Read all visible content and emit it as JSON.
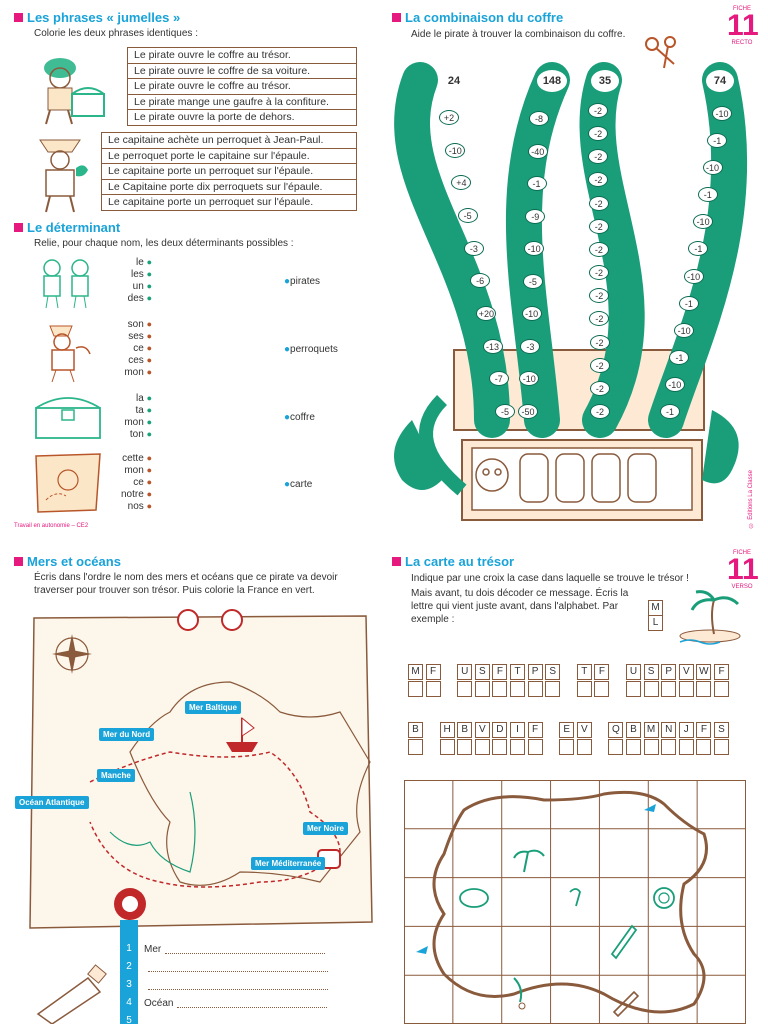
{
  "fiche": {
    "number": "11",
    "label_top": "FICHE",
    "recto": "RECTO",
    "verso": "VERSO"
  },
  "phrases": {
    "title": "Les phrases « jumelles »",
    "instruction": "Colorie les deux phrases identiques :",
    "group1": [
      "Le pirate ouvre le coffre au trésor.",
      "Le pirate ouvre le coffre de sa voiture.",
      "Le pirate ouvre le coffre au trésor.",
      "Le pirate mange une gaufre à la confiture.",
      "Le pirate ouvre la porte de dehors."
    ],
    "group2": [
      "Le capitaine achète un perroquet à Jean-Paul.",
      "Le perroquet porte le capitaine sur l'épaule.",
      "Le capitaine porte un perroquet sur l'épaule.",
      "Le Capitaine porte dix perroquets sur l'épaule.",
      "Le capitaine porte un perroquet sur l'épaule."
    ]
  },
  "determinant": {
    "title": "Le déterminant",
    "instruction": "Relie, pour chaque nom, les deux déterminants possibles :",
    "groups": [
      {
        "words": [
          "le",
          "les",
          "un",
          "des"
        ],
        "noun": "pirates",
        "color": "#1aa37a"
      },
      {
        "words": [
          "son",
          "ses",
          "ce",
          "ces",
          "mon"
        ],
        "noun": "perroquets",
        "color": "#b8562a"
      },
      {
        "words": [
          "la",
          "ta",
          "mon",
          "ton"
        ],
        "noun": "coffre",
        "color": "#1aa37a"
      },
      {
        "words": [
          "cette",
          "mon",
          "ce",
          "notre",
          "nos"
        ],
        "noun": "carte",
        "color": "#b8562a"
      }
    ],
    "footer": "Travail en autonomie – CE2"
  },
  "coffre": {
    "title": "La combinaison du coffre",
    "instruction": "Aide le pirate à trouver la combinaison du coffre.",
    "tentacles": [
      {
        "start": "24",
        "steps": [
          "+2",
          "-10",
          "+4",
          "-5",
          "-3",
          "-6",
          "+20",
          "-13",
          "-7",
          "-5"
        ]
      },
      {
        "start": "148",
        "steps": [
          "-8",
          "-40",
          "-1",
          "-9",
          "-10",
          "-5",
          "-10",
          "-3",
          "-10",
          "-50"
        ]
      },
      {
        "start": "35",
        "steps": [
          "-2",
          "-2",
          "-2",
          "-2",
          "-2",
          "-2",
          "-2",
          "-2",
          "-2",
          "-2",
          "-2",
          "-2",
          "-2",
          "-2"
        ]
      },
      {
        "start": "74",
        "steps": [
          "-10",
          "-1",
          "-10",
          "-1",
          "-10",
          "-1",
          "-10",
          "-1",
          "-10",
          "-1",
          "-10",
          "-1"
        ]
      }
    ],
    "editions": "© Éditions La Classe"
  },
  "mers": {
    "title": "Mers et océans",
    "instruction": "Écris dans l'ordre le nom des mers et océans que ce pirate va devoir traverser pour trouver son trésor. Puis colorie la France en vert.",
    "labels": [
      "Mer Baltique",
      "Mer du Nord",
      "Manche",
      "Océan Atlantique",
      "Mer Noire",
      "Mer Méditerranée"
    ],
    "lines": [
      {
        "n": "1",
        "prefix": "Mer"
      },
      {
        "n": "2",
        "prefix": ""
      },
      {
        "n": "3",
        "prefix": ""
      },
      {
        "n": "4",
        "prefix": "Océan"
      },
      {
        "n": "5",
        "prefix": ""
      }
    ]
  },
  "tresor": {
    "title": "La carte au trésor",
    "instruction1": "Indique par une croix la case dans laquelle se trouve le trésor !",
    "instruction2": "Mais avant, tu dois décoder ce message. Écris la lettre qui vient juste avant, dans l'alphabet. Par exemple :",
    "example": [
      "M",
      "L"
    ],
    "row1": [
      [
        "M",
        "F"
      ],
      [
        "U",
        "S",
        "F",
        "T",
        "P",
        "S"
      ],
      [
        "T",
        "F"
      ],
      [
        "U",
        "S",
        "P",
        "V",
        "W",
        "F"
      ]
    ],
    "row2": [
      [
        "B"
      ],
      [
        "H",
        "B",
        "V",
        "D",
        "I",
        "F"
      ],
      [
        "E",
        "V"
      ],
      [
        "Q",
        "B",
        "M",
        "N",
        "J",
        "F",
        "S"
      ]
    ]
  }
}
